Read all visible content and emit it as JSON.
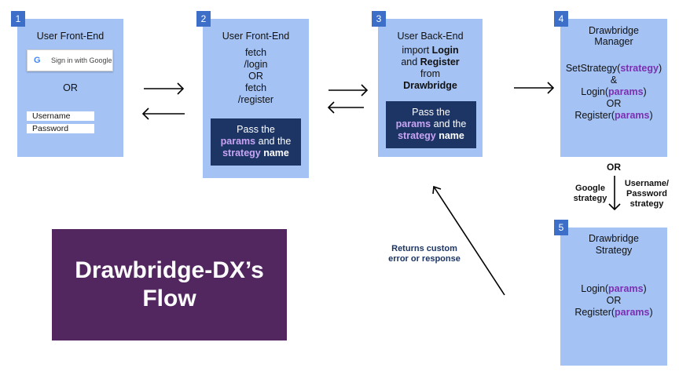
{
  "nodes": {
    "n1": {
      "number": "1",
      "title": "User Front-End",
      "google_button": "Sign in with Google",
      "or": "OR",
      "username_placeholder": "Username",
      "password_placeholder": "Password"
    },
    "n2": {
      "number": "2",
      "title": "User Front-End",
      "line1": "fetch",
      "line2": "/login",
      "line3": "OR",
      "line4": "fetch",
      "line5": "/register",
      "box_pass": "Pass the",
      "box_params": "params",
      "box_and_the": " and the",
      "box_strategy": "strategy",
      "box_name": " name"
    },
    "n3": {
      "number": "3",
      "title": "User Back-End",
      "import_word": "import ",
      "login": "Login",
      "and_word": "and ",
      "register": "Register",
      "from_word": "from",
      "drawbridge": "Drawbridge",
      "box_pass": "Pass the",
      "box_params": "params",
      "box_and_the": " and the",
      "box_strategy": "strategy",
      "box_name": " name"
    },
    "n4": {
      "number": "4",
      "title_line1": "Drawbridge",
      "title_line2": "Manager",
      "set_strategy": "SetStrategy(",
      "strategy": "strategy",
      "close_paren": ")",
      "amp": "&",
      "login": "Login(",
      "params": "params",
      "close_paren2": ")",
      "or": "OR",
      "register": "Register(",
      "params2": "params",
      "close_paren3": ")"
    },
    "n5": {
      "number": "5",
      "title_line1": "Drawbridge",
      "title_line2": "Strategy",
      "login": "Login(",
      "params": "params",
      "close_paren": ")",
      "or": "OR",
      "register": "Register(",
      "params2": "params",
      "close_paren2": ")"
    }
  },
  "edge_labels": {
    "or": "OR",
    "google_line1": "Google",
    "google_line2": "strategy",
    "userpass_line1": "Username/",
    "userpass_line2": "Password",
    "userpass_line3": "strategy",
    "returns_line1": "Returns custom",
    "returns_line2": "error or response"
  },
  "title": {
    "line1": "Drawbridge-DX’s",
    "line2": "Flow"
  },
  "colors": {
    "box": "#a4c2f4",
    "number_badge": "#3d6fc9",
    "dark_box": "#1c3564",
    "title_bg": "#52265f",
    "highlight_purple": "#7b2fb0",
    "highlight_lavender": "#c9a4f5",
    "label_navy": "#1c3564"
  }
}
